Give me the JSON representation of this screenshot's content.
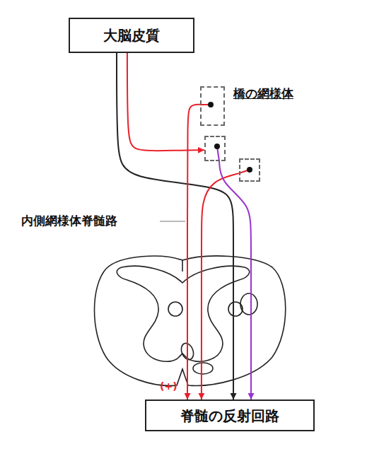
{
  "diagram": {
    "nodes": [
      {
        "text": [
          "大脳皮質"
        ]
      },
      {
        "text": [
          "橋の網様体"
        ]
      },
      {
        "text": []
      },
      {
        "text": []
      },
      {
        "text": [
          "脊髄の反射回路"
        ]
      }
    ],
    "edges": [
      {
        "from": 0,
        "to": 4,
        "arrow": "to"
      },
      {
        "from": 0,
        "to": 2,
        "arrow": "to"
      },
      {
        "from": 1,
        "to": 4,
        "arrow": "to"
      },
      {
        "from": 3,
        "to": 4,
        "arrow": "to"
      },
      {
        "from": 2,
        "to": 4,
        "arrow": "to"
      }
    ],
    "labels": [
      "内側網様体脊髄路",
      "(+)"
    ]
  }
}
